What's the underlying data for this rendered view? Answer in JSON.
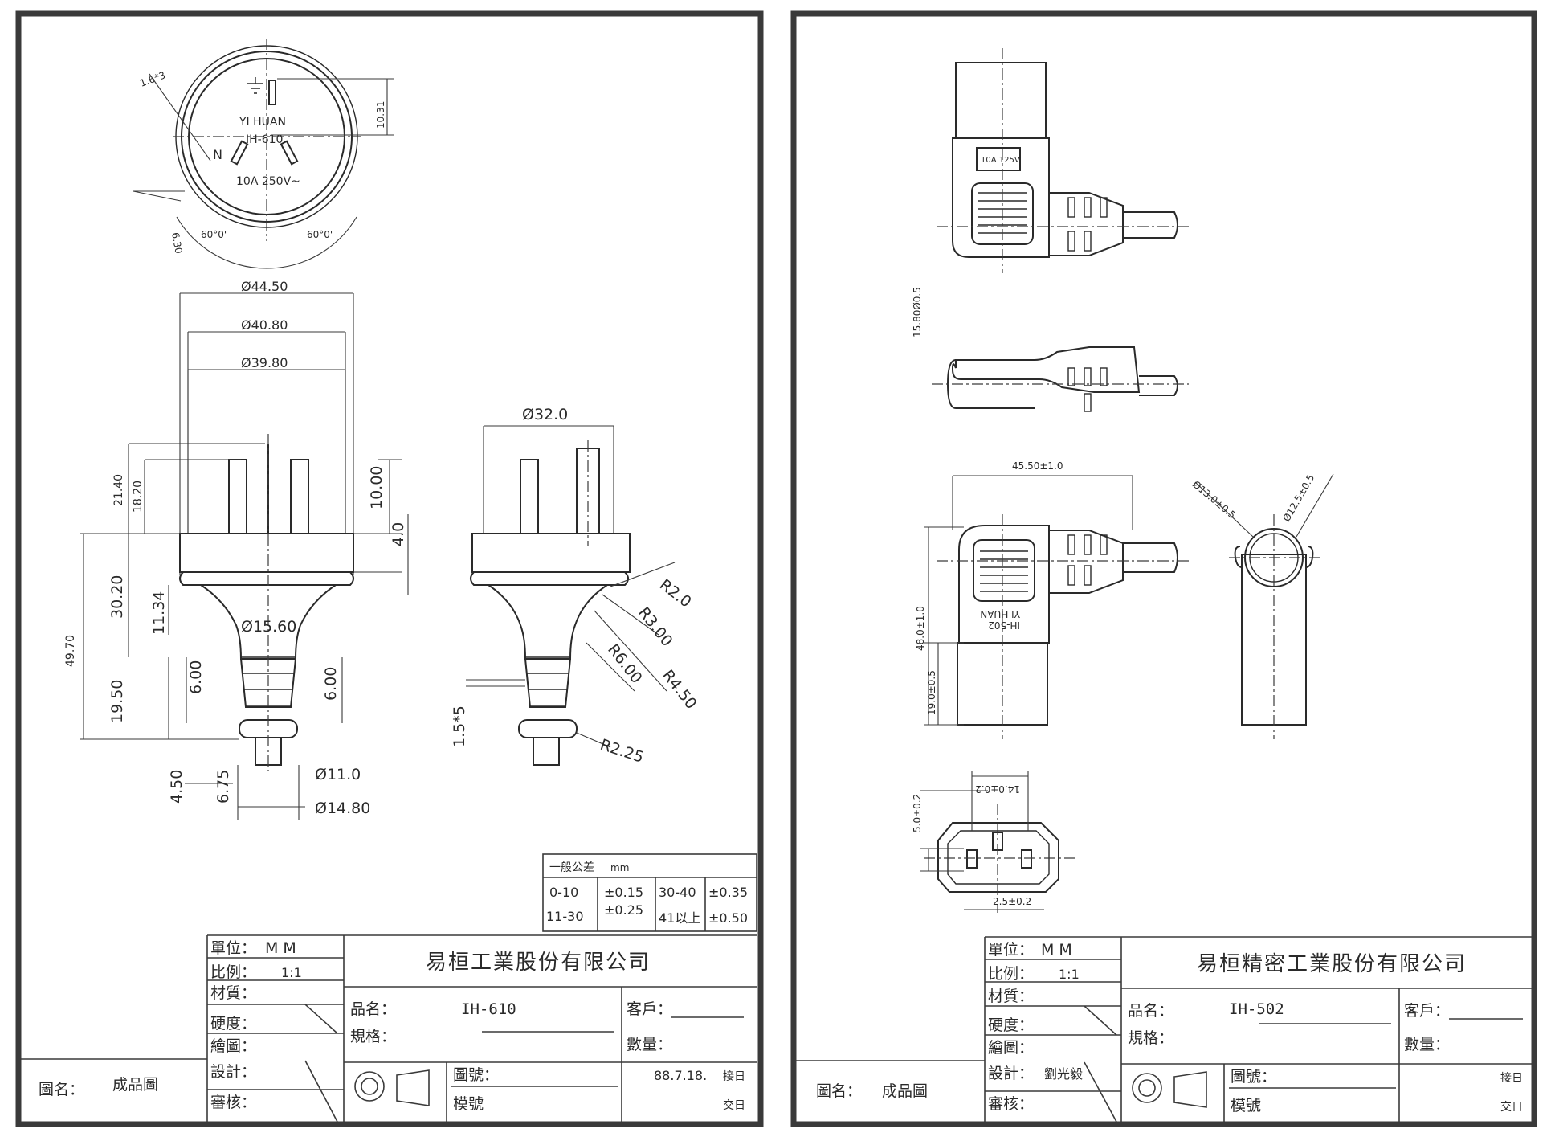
{
  "left_sheet": {
    "face_text": [
      "YI HUAN",
      "IH-610",
      "N",
      "10A 250V~"
    ],
    "face_dims": [
      "1.6*3",
      "10.31",
      "6.30",
      "60°0'",
      "60°0'"
    ],
    "front_dims": [
      "Ø44.50",
      "Ø40.80",
      "Ø39.80",
      "21.40",
      "18.20",
      "10.00",
      "4.0",
      "49.70",
      "30.20",
      "11.34",
      "Ø15.60",
      "6.00",
      "6.00",
      "19.50",
      "4.50",
      "6.75",
      "Ø11.0",
      "Ø14.80"
    ],
    "side_dims": [
      "Ø32.0",
      "R2.0",
      "R3.00",
      "R4.50",
      "R6.00",
      "1.5*5",
      "R2.25"
    ],
    "tolerance": {
      "title": "一般公差",
      "unit": "mm",
      "rows": [
        [
          "0-10",
          "±0.15",
          "30-40",
          "±0.35"
        ],
        [
          "11-30",
          "±0.25",
          "41以上",
          "±0.50"
        ]
      ]
    },
    "title_block": {
      "unit_label": "單位：",
      "unit_value": "M  M",
      "scale_label": "比例：",
      "scale_value": "1:1",
      "material_label": "材質：",
      "hardness_label": "硬度：",
      "drawn_label": "繪圖：",
      "design_label": "設計：",
      "review_label": "審核：",
      "company": "易桓工業股份有限公司",
      "product_label": "品名：",
      "product_value": "IH-610",
      "spec_label": "規格：",
      "customer_label": "客戶：",
      "qty_label": "數量：",
      "drawing_no_label": "圖號：",
      "mold_no_label": "模號",
      "date": "88.7.18.",
      "receive_label": "接日",
      "deliver_label": "交日",
      "drawing_name_label": "圖名：",
      "drawing_name_value": "成品圖"
    }
  },
  "right_sheet": {
    "label_rating": "10A 125V",
    "label_back": [
      "YI HUAN",
      "IH-502"
    ],
    "dims": [
      "15.80Ø0.5",
      "45.50±1.0",
      "Ø13.0±0.5",
      "Ø12.5±0.5",
      "48.0±1.0",
      "19.0±0.5",
      "14.0±0.2",
      "5.0±0.2",
      "2.5±0.2"
    ],
    "title_block": {
      "unit_label": "單位：",
      "unit_value": "M  M",
      "scale_label": "比例：",
      "scale_value": "1:1",
      "material_label": "材質：",
      "hardness_label": "硬度：",
      "drawn_label": "繪圖：",
      "design_label": "設計：",
      "design_value": "劉光毅",
      "review_label": "審核：",
      "company": "易桓精密工業股份有限公司",
      "product_label": "品名：",
      "product_value": "IH-502",
      "spec_label": "規格：",
      "customer_label": "客戶：",
      "qty_label": "數量：",
      "drawing_no_label": "圖號：",
      "mold_no_label": "模號",
      "receive_label": "接日",
      "deliver_label": "交日",
      "drawing_name_label": "圖名：",
      "drawing_name_value": "成品圖"
    }
  }
}
